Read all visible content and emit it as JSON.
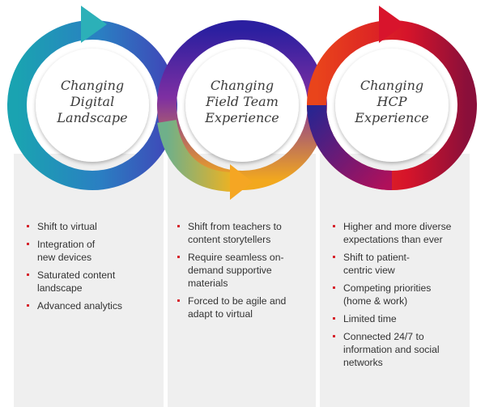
{
  "colors": {
    "bullet": "#d6242c",
    "panel": "#efefef",
    "ring1": [
      "#1aa3b1",
      "#2a7fc2",
      "#3f48b8"
    ],
    "ring2": [
      "#2b1fa0",
      "#7e2fa2",
      "#f2a81e"
    ],
    "ring3": [
      "#e9441b",
      "#d6142a",
      "#2a2490"
    ]
  },
  "columns": [
    {
      "title": [
        "Changing",
        "Digital",
        "Landscape"
      ],
      "bullets": [
        "Shift to virtual",
        "Integration of new devices",
        "Saturated content landscape",
        "Advanced analytics"
      ]
    },
    {
      "title": [
        "Changing",
        "Field Team",
        "Experience"
      ],
      "bullets": [
        "Shift from teachers to content storytellers",
        "Require seamless on-demand supportive materials",
        "Forced to be agile and adapt to virtual"
      ]
    },
    {
      "title": [
        "Changing",
        "HCP",
        "Experience"
      ],
      "bullets": [
        "Higher and more diverse expectations than ever",
        "Shift to patient-centric view",
        "Competing priorities (home & work)",
        "Limited time",
        "Connected 24/7 to information and social networks"
      ]
    }
  ]
}
